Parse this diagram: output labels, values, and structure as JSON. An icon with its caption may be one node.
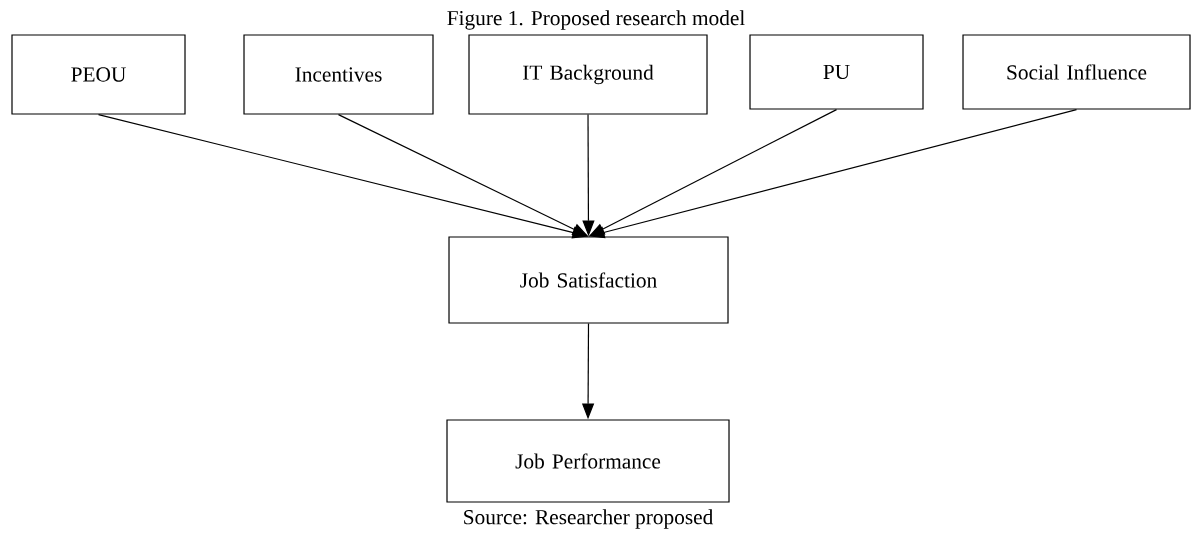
{
  "diagram": {
    "title": "Figure 1. Proposed research model",
    "caption": "Source: Researcher proposed",
    "nodes": [
      {
        "text": [
          "PEOU"
        ]
      },
      {
        "text": [
          "Incentives"
        ]
      },
      {
        "text": [
          "IT Background"
        ]
      },
      {
        "text": [
          "PU"
        ]
      },
      {
        "text": [
          "Social Influence"
        ]
      },
      {
        "text": [
          "Job Satisfaction"
        ]
      },
      {
        "text": [
          "Job Performance"
        ]
      }
    ],
    "edges": [
      {
        "from": 0,
        "to": 5,
        "arrow": "to"
      },
      {
        "from": 1,
        "to": 5,
        "arrow": "to"
      },
      {
        "from": 2,
        "to": 5,
        "arrow": "to"
      },
      {
        "from": 3,
        "to": 5,
        "arrow": "to"
      },
      {
        "from": 4,
        "to": 5,
        "arrow": "to"
      },
      {
        "from": 5,
        "to": 6,
        "arrow": "to"
      }
    ]
  }
}
